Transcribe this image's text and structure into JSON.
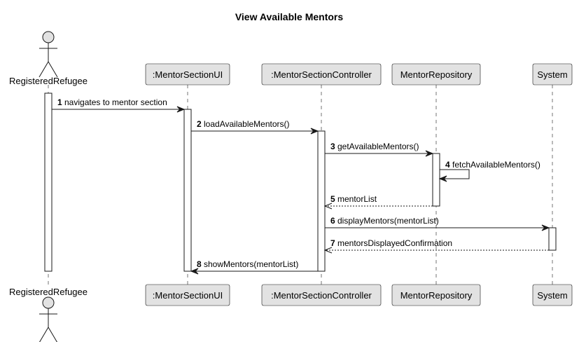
{
  "diagram": {
    "title": "View Available Mentors",
    "participants": [
      {
        "id": "refugee",
        "name": "RegisteredRefugee",
        "kind": "actor"
      },
      {
        "id": "ui",
        "name": ":MentorSectionUI",
        "kind": "participant"
      },
      {
        "id": "ctrl",
        "name": ":MentorSectionController",
        "kind": "participant"
      },
      {
        "id": "repo",
        "name": "MentorRepository",
        "kind": "participant"
      },
      {
        "id": "system",
        "name": "System",
        "kind": "participant"
      }
    ],
    "messages": [
      {
        "num": "1",
        "from": "refugee",
        "to": "ui",
        "label": "navigates to mentor section",
        "type": "sync"
      },
      {
        "num": "2",
        "from": "ui",
        "to": "ctrl",
        "label": "loadAvailableMentors()",
        "type": "sync"
      },
      {
        "num": "3",
        "from": "ctrl",
        "to": "repo",
        "label": "getAvailableMentors()",
        "type": "sync"
      },
      {
        "num": "4",
        "from": "repo",
        "to": "repo",
        "label": "fetchAvailableMentors()",
        "type": "self"
      },
      {
        "num": "5",
        "from": "repo",
        "to": "ctrl",
        "label": "mentorList",
        "type": "return"
      },
      {
        "num": "6",
        "from": "ctrl",
        "to": "system",
        "label": "displayMentors(mentorList)",
        "type": "sync"
      },
      {
        "num": "7",
        "from": "system",
        "to": "ctrl",
        "label": "mentorsDisplayedConfirmation",
        "type": "return"
      },
      {
        "num": "8",
        "from": "ctrl",
        "to": "ui",
        "label": "showMentors(mentorList)",
        "type": "sync"
      }
    ]
  },
  "colors": {
    "participant_fill": "#e2e2e2",
    "line": "#181818",
    "activation_fill": "#ffffff"
  }
}
